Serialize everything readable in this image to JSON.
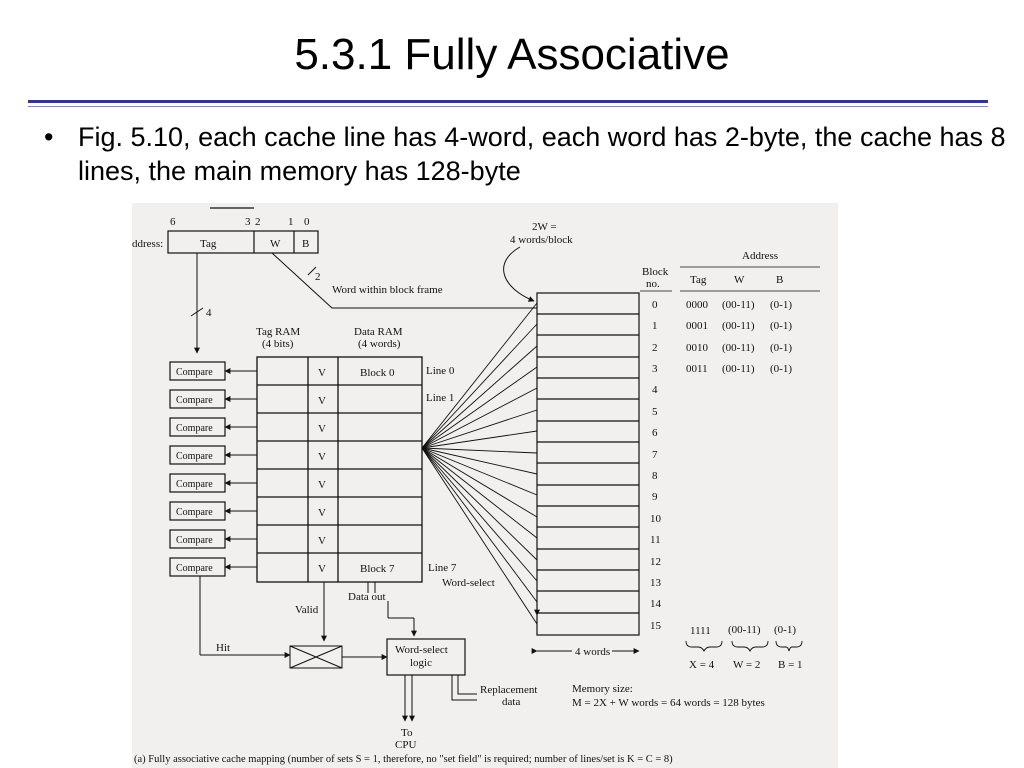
{
  "slide": {
    "title": "5.3.1 Fully Associative",
    "bullet_char": "•",
    "bullet_text": "Fig. 5.10, each cache line has 4-word, each word has 2-byte, the cache has 8 lines, the main memory has 128-byte"
  },
  "figure": {
    "address_bits": [
      "6",
      "3",
      "2",
      "1",
      "0"
    ],
    "address_label": "ddress:",
    "fields": {
      "tag": "Tag",
      "w": "W",
      "b": "B"
    },
    "wire_2": "2",
    "wire_4": "4",
    "word_within_block": "Word within block frame",
    "tag_ram": [
      "Tag RAM",
      "(4 bits)"
    ],
    "data_ram": [
      "Data RAM",
      "(4 words)"
    ],
    "compare_label": "Compare",
    "valid_bit": "V",
    "block_first": "Block 0",
    "block_last": "Block 7",
    "line_0": "Line 0",
    "line_1": "Line 1",
    "line_7": "Line 7",
    "word_select": "Word-select",
    "data_out": "Data out",
    "valid": "Valid",
    "hit": "Hit",
    "word_select_logic": [
      "Word-select",
      "logic"
    ],
    "replacement": [
      "Replacement",
      "data"
    ],
    "to_cpu": [
      "To",
      "CPU"
    ],
    "block_size_note": [
      "2W =",
      "4 words/block"
    ],
    "block_no_header": [
      "Block",
      "no."
    ],
    "address_header": "Address",
    "col_tag": "Tag",
    "col_w": "W",
    "col_b": "B",
    "block_numbers": [
      "0",
      "1",
      "2",
      "3",
      "4",
      "5",
      "6",
      "7",
      "8",
      "9",
      "10",
      "11",
      "12",
      "13",
      "14",
      "15"
    ],
    "address_rows": [
      {
        "tag": "0000",
        "w": "(00-11)",
        "b": "(0-1)"
      },
      {
        "tag": "0001",
        "w": "(00-11)",
        "b": "(0-1)"
      },
      {
        "tag": "0010",
        "w": "(00-11)",
        "b": "(0-1)"
      },
      {
        "tag": "0011",
        "w": "(00-11)",
        "b": "(0-1)"
      }
    ],
    "last_row": {
      "tag": "1111",
      "w": "(00-11)",
      "b": "(0-1)"
    },
    "field_sizes": {
      "x": "X = 4",
      "w": "W = 2",
      "b": "B = 1"
    },
    "four_words": "4 words",
    "memory_size": [
      "Memory size:",
      "M = 2X + W words = 64 words = 128 bytes"
    ],
    "caption": "(a) Fully associative cache mapping (number of sets S = 1, therefore, no \"set field\" is required; number of lines/set is K = C = 8)"
  }
}
